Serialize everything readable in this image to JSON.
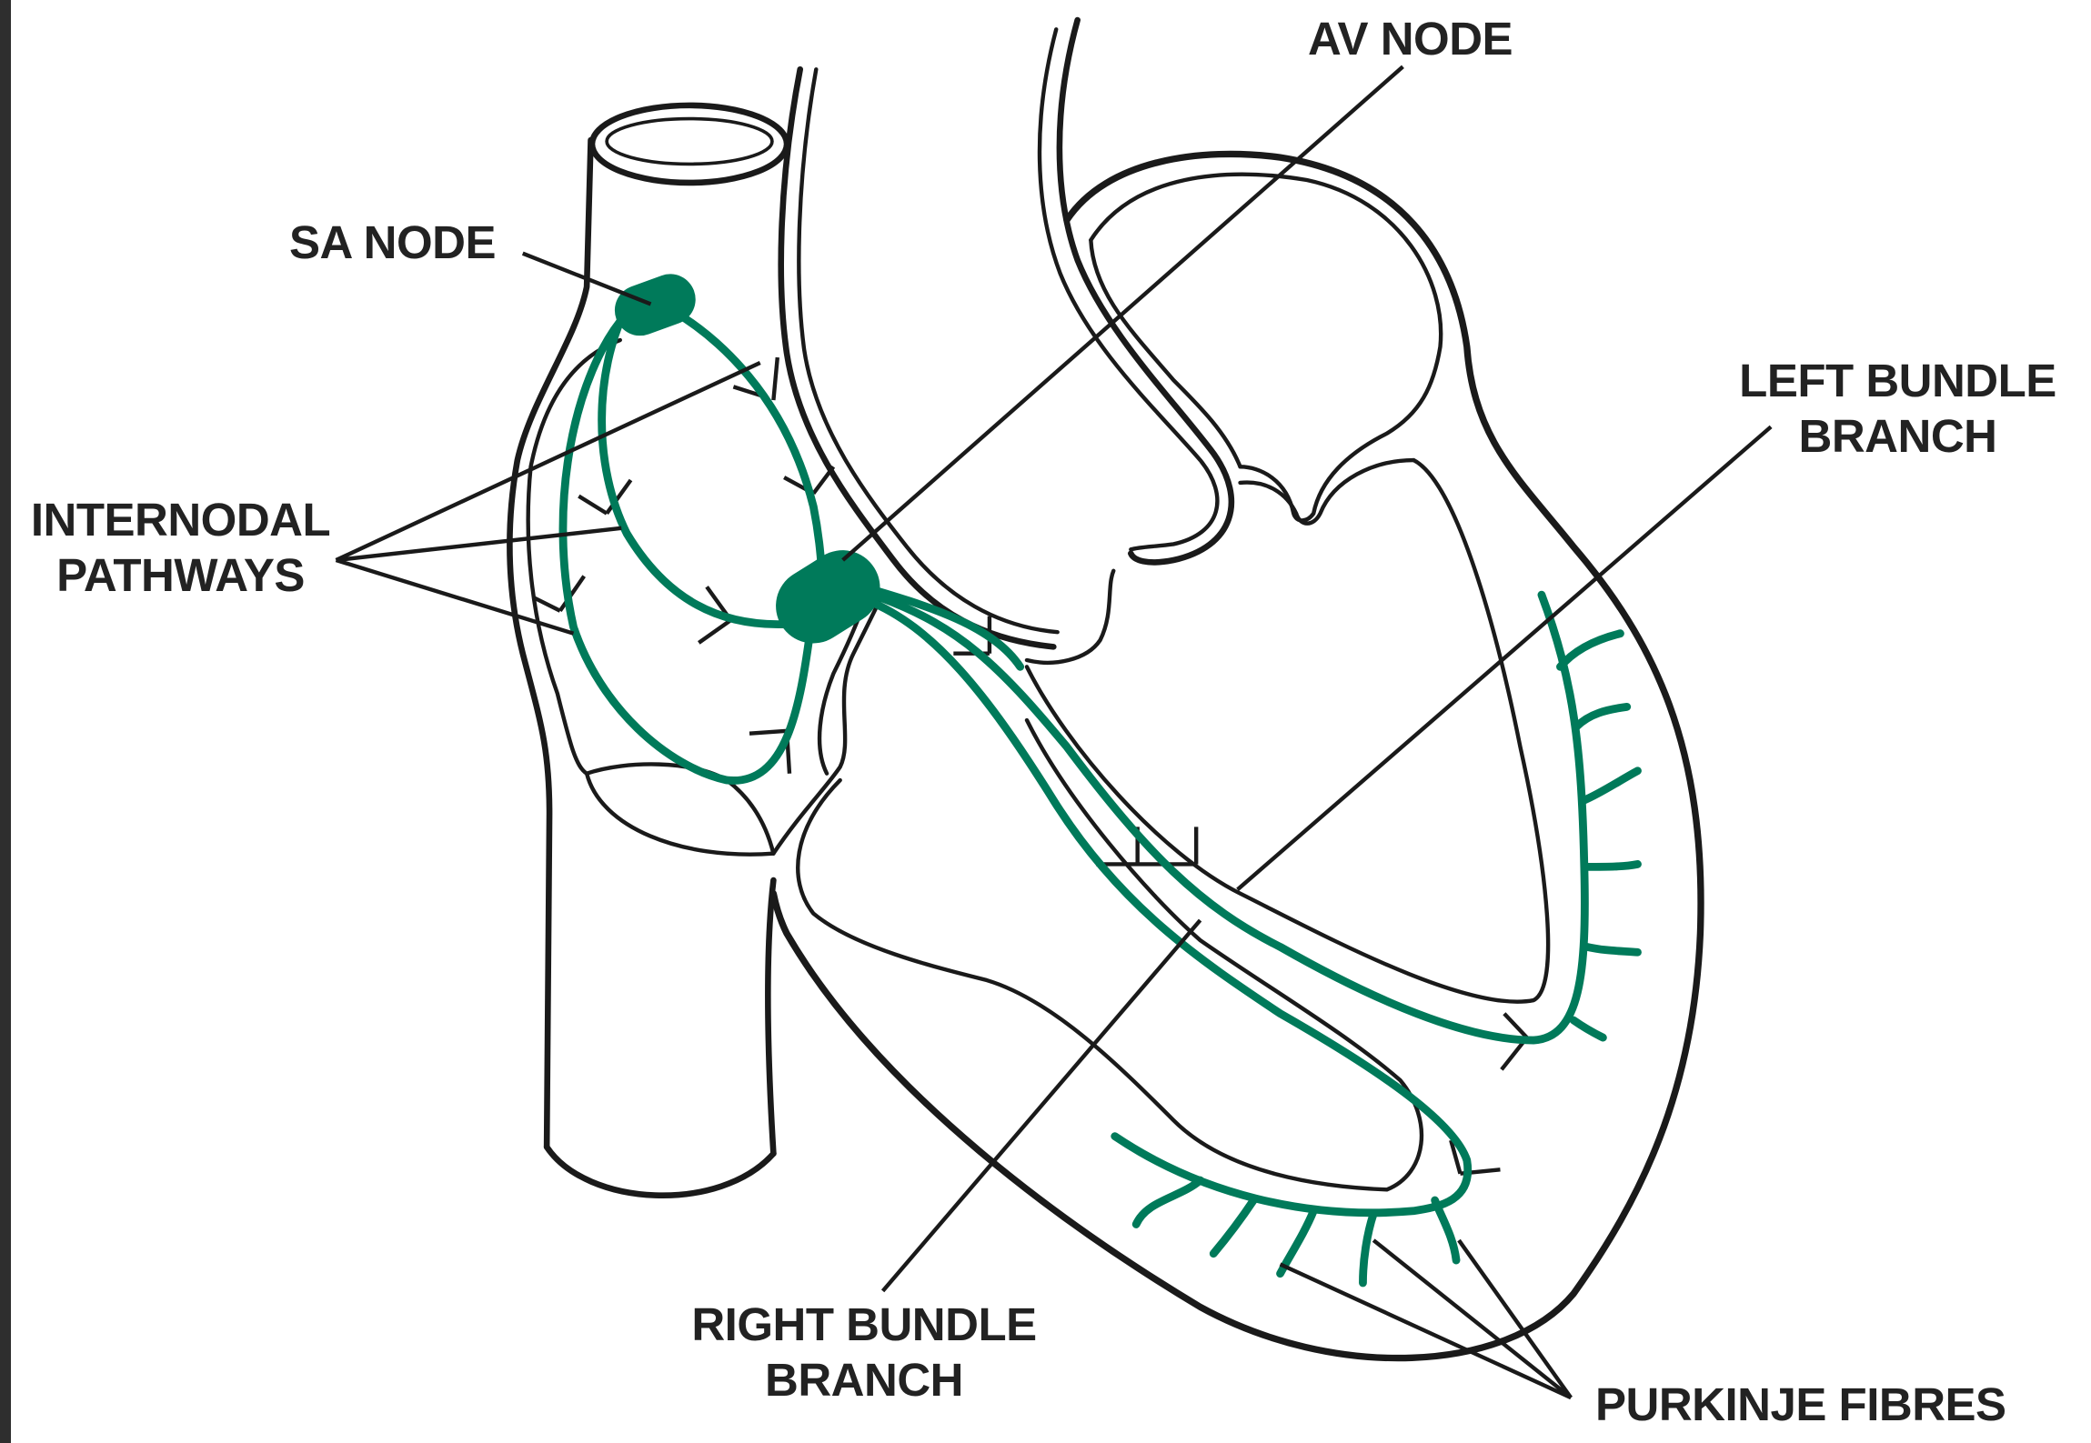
{
  "diagram": {
    "labels": {
      "av_node": "AV NODE",
      "sa_node": "SA NODE",
      "internodal_line1": "INTERNODAL",
      "internodal_line2": "PATHWAYS",
      "left_bundle_line1": "LEFT BUNDLE",
      "left_bundle_line2": "BRANCH",
      "right_bundle_line1": "RIGHT BUNDLE",
      "right_bundle_line2": "BRANCH",
      "purkinje": "PURKINJE FIBRES"
    },
    "colors": {
      "conduction": "#007a5a",
      "outline": "#1a1a1a",
      "label": "#222222",
      "left_edge": "#2e2e2e",
      "background": "#ffffff"
    }
  }
}
